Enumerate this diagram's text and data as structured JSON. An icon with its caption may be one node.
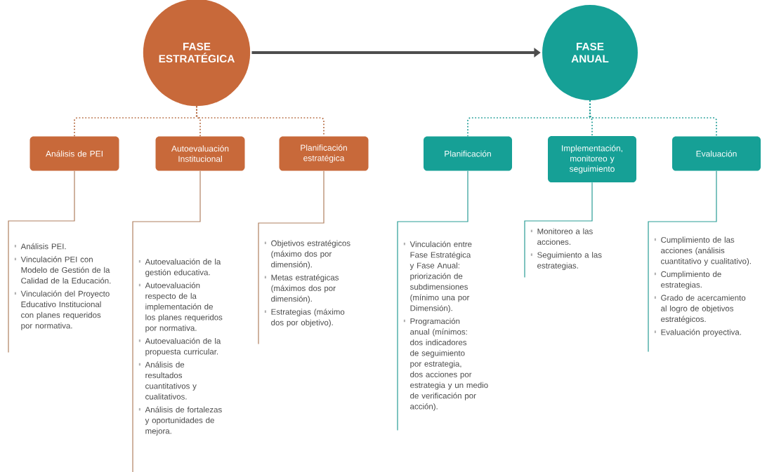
{
  "diagram": {
    "nodes": [
      {
        "text": [
          "FASE ESTRATÉGICA"
        ]
      },
      {
        "text": [
          "FASE ANUAL"
        ]
      },
      {
        "text": [
          "Análisis de PEI"
        ]
      },
      {
        "text": [
          "Autoevaluación Institucional"
        ]
      },
      {
        "text": [
          "Planificación estratégica"
        ]
      },
      {
        "text": [
          "Planificación"
        ]
      },
      {
        "text": [
          "Implementación, monitoreo y seguimiento"
        ]
      },
      {
        "text": [
          "Evaluación"
        ]
      },
      {
        "text": [
          "Análisis PEI.",
          "Vinculación PEI con Modelo de Gestión de la Calidad de la Educación.",
          "Vinculación del Proyecto Educativo Institucional con planes requeridos por normativa."
        ]
      },
      {
        "text": [
          "Autoevaluación de la gestión educativa.",
          "Autoevaluación respecto de la implementación de los planes requeridos por normativa.",
          "Autoevaluación de la propuesta curricular.",
          "Análisis de resultados cuantitativos y cualitativos.",
          "Análisis de fortalezas y oportunidades de mejora."
        ]
      },
      {
        "text": [
          "Objetivos estratégicos (máximo dos por dimensión).",
          "Metas estratégicas (máximos dos por dimensión).",
          "Estrategias (máximo dos por objetivo)."
        ]
      },
      {
        "text": [
          "Vinculación entre Fase Estratégica y Fase Anual: priorización de subdimensiones (mínimo una por Dimensión).",
          "Programación anual (mínimos: dos indicadores de seguimiento por estrategia, dos acciones por estrategia y un medio de verificación por acción)."
        ]
      },
      {
        "text": [
          "Monitoreo a las acciones.",
          "Seguimiento a las estrategias."
        ]
      },
      {
        "text": [
          "Cumplimiento de las acciones (análisis cuantitativo y cualitativo).",
          "Cumplimiento de estrategias.",
          "Grado de acercamiento al logro de objetivos estratégicos.",
          "Evaluación proyectiva."
        ]
      }
    ],
    "edges": [
      {
        "from": 0,
        "to": 1,
        "arrow": "to",
        "style": "thick",
        "color": "#4d4d4d"
      },
      {
        "from": 0,
        "to": 2,
        "arrow": "none",
        "style": "dashed",
        "color": "#b5693f"
      },
      {
        "from": 0,
        "to": 3,
        "arrow": "none",
        "style": "dashed",
        "color": "#b5693f"
      },
      {
        "from": 0,
        "to": 4,
        "arrow": "none",
        "style": "dashed",
        "color": "#b5693f"
      },
      {
        "from": 1,
        "to": 5,
        "arrow": "none",
        "style": "dashed",
        "color": "#1a9a94"
      },
      {
        "from": 1,
        "to": 6,
        "arrow": "none",
        "style": "dashed",
        "color": "#1a9a94"
      },
      {
        "from": 1,
        "to": 7,
        "arrow": "none",
        "style": "dashed",
        "color": "#1a9a94"
      },
      {
        "from": 2,
        "to": 8,
        "arrow": "none",
        "color": "#b08060"
      },
      {
        "from": 3,
        "to": 9,
        "arrow": "none",
        "color": "#b08060"
      },
      {
        "from": 4,
        "to": 10,
        "arrow": "none",
        "color": "#b08060"
      },
      {
        "from": 5,
        "to": 11,
        "arrow": "none",
        "color": "#2a9d96"
      },
      {
        "from": 6,
        "to": 12,
        "arrow": "none",
        "color": "#2a9d96"
      },
      {
        "from": 7,
        "to": 13,
        "arrow": "none",
        "color": "#2a9d96"
      }
    ]
  }
}
